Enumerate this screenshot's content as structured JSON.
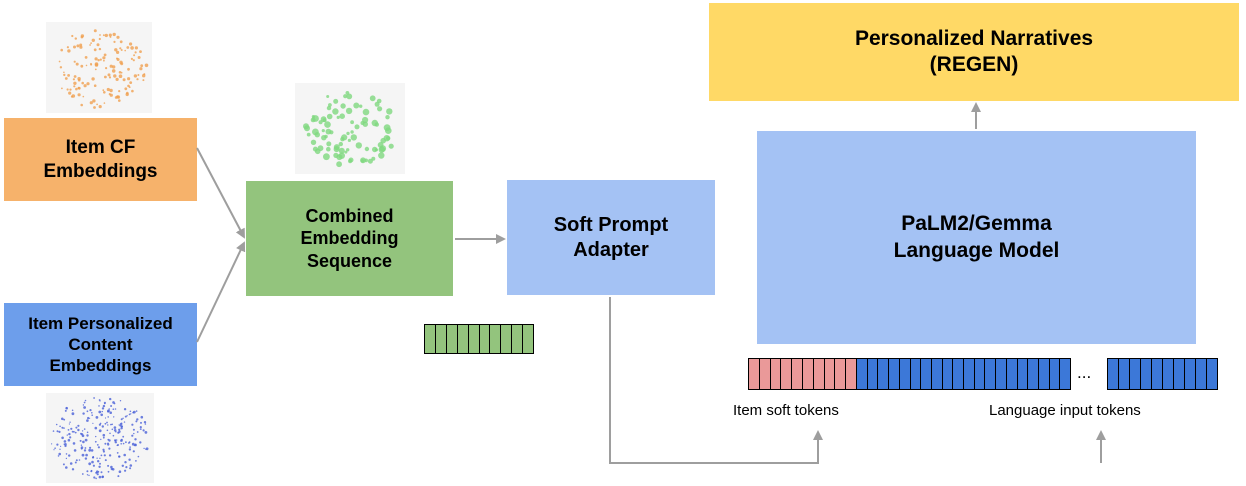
{
  "boxes": {
    "item_cf": "Item CF\nEmbeddings",
    "item_personalized": "Item Personalized\nContent\nEmbeddings",
    "combined": "Combined\nEmbedding\nSequence",
    "adapter": "Soft Prompt\nAdapter",
    "language_model": "PaLM2/Gemma\nLanguage Model",
    "narratives": "Personalized Narratives\n(REGEN)"
  },
  "labels": {
    "item_soft_tokens": "Item soft tokens",
    "language_input_tokens": "Language input tokens",
    "ellipsis": "..."
  },
  "colors": {
    "cf": "#f6b26b",
    "content": "#6d9eeb",
    "combined": "#93c47d",
    "adapter": "#a4c2f4",
    "narratives": "#ffd966",
    "soft_token": "#ea9999",
    "language_token": "#3c78d8",
    "arrow": "#999999"
  }
}
